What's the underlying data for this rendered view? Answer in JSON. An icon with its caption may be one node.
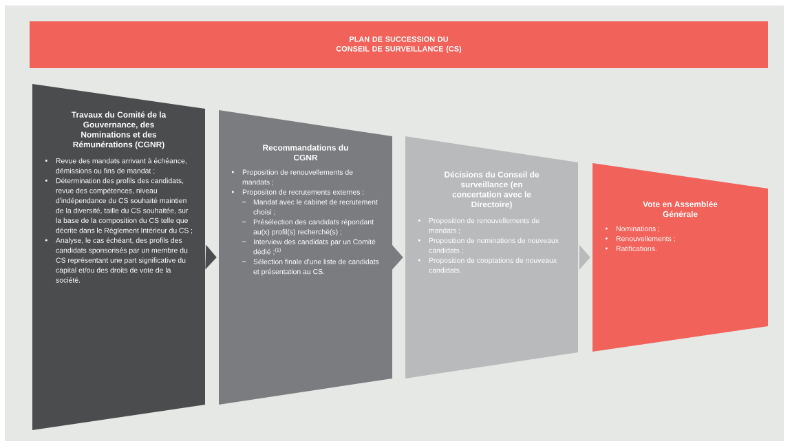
{
  "diagram": {
    "nodes": [
      {
        "text": [
          "PLAN DE SUCCESSION DU CONSEIL DE SURVEILLANCE (CS)"
        ]
      },
      {
        "text": [
          "Travaux du Comité de la Gouvernance, des Nominations et des Rémunérations (CGNR)",
          "Revue des mandats arrivant à échéance, démissions ou fins de mandat ;",
          "Détermination des profils des candidats, revue des compétences, niveau d'indépendance du CS souhaité maintien de la diversité, taille du CS souhaitée, sur la base de la composition du CS telle que décrite dans le Réglement Intérieur du CS ;",
          "Analyse, le cas échéant, des profils des candidats sponsorisés par un membre du CS représentant une part significative du capital et/ou des droits de vote de la société."
        ]
      },
      {
        "text": [
          "Recommandations du CGNR",
          "Proposition de renouvellements de mandats ;",
          "Propositon de recrutements externes :",
          "Mandat avec le cabinet de recrutement choisi ;",
          "Présélection des candidats répondant au(x) profil(s) recherché(s) ;",
          "Interview des candidats par un Comité dédié ;$^{(1)}$",
          "Sélection finale d'une liste de candidats et présentation au CS."
        ]
      },
      {
        "text": [
          "Décisions du Conseil de surveillance (en concertation avec le Directoire)",
          "Proposition de renouvellements de mandats ;",
          "Proposition de nominations de nouveaux candidats ;",
          "Proposition de cooptations de nouveaux candidats."
        ]
      },
      {
        "text": [
          "Vote en Assemblée Générale",
          "Nominations ;",
          "Renouvellements ;",
          "Ratifications."
        ]
      }
    ],
    "edges": [
      {
        "from": 1,
        "to": 2,
        "arrow": "to",
        "color": "#4a4c4e"
      },
      {
        "from": 2,
        "to": 3,
        "arrow": "to",
        "color": "#7a7c7f"
      },
      {
        "from": 3,
        "to": 4,
        "arrow": "to",
        "color": "#b9babb"
      }
    ]
  }
}
